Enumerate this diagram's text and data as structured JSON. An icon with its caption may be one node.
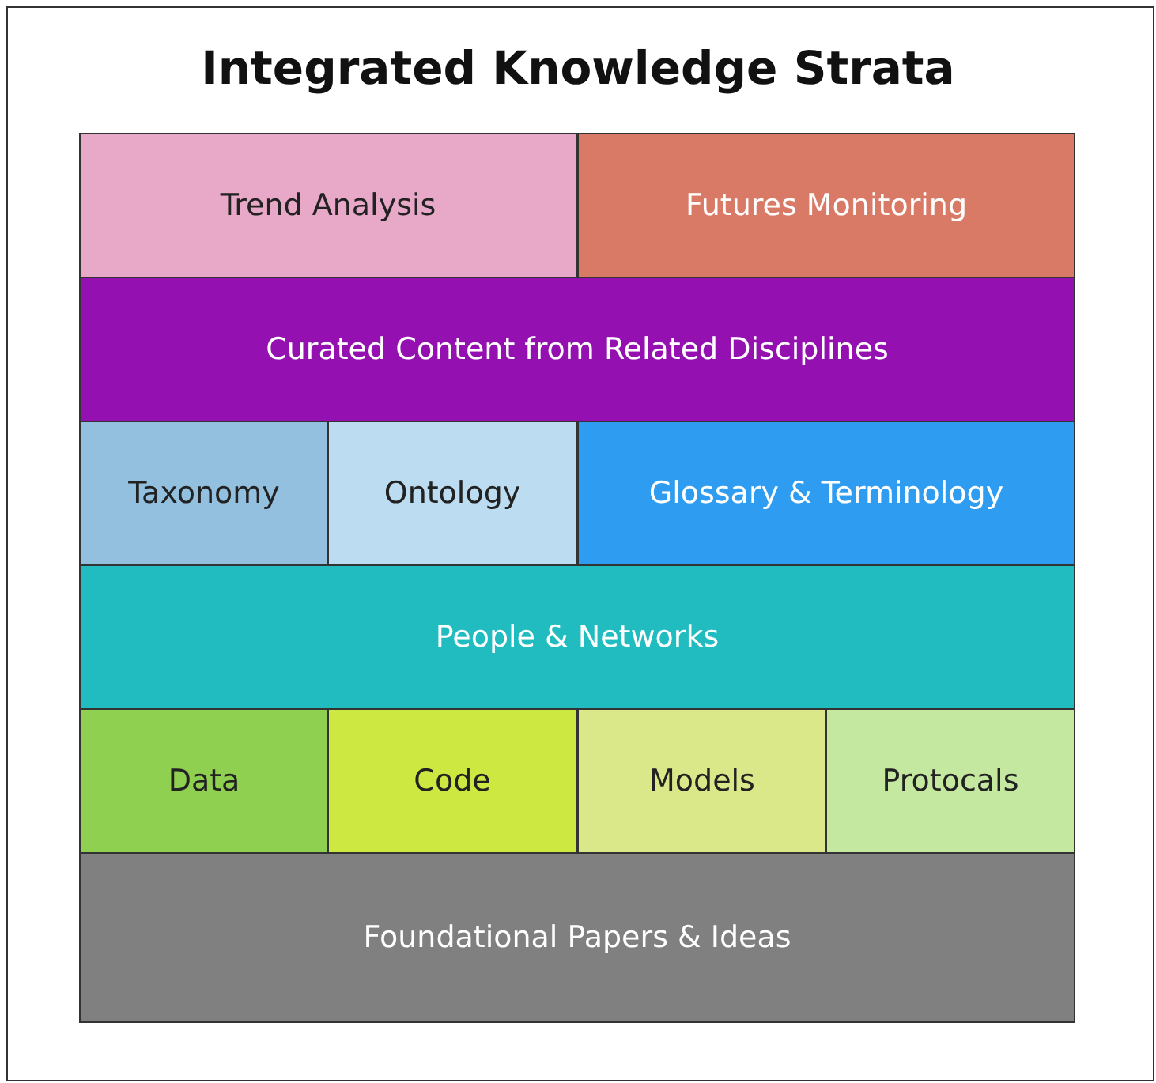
{
  "diagram": {
    "title": "Integrated Knowledge Strata",
    "nodes": [
      {
        "text": [
          "Trend Analysis"
        ]
      },
      {
        "text": [
          "Futures Monitoring"
        ]
      },
      {
        "text": [
          "Curated Content from Related Disciplines"
        ]
      },
      {
        "text": [
          "Taxonomy"
        ]
      },
      {
        "text": [
          "Ontology"
        ]
      },
      {
        "text": [
          "Glossary & Terminology"
        ]
      },
      {
        "text": [
          "People & Networks"
        ]
      },
      {
        "text": [
          "Data"
        ]
      },
      {
        "text": [
          "Code"
        ]
      },
      {
        "text": [
          "Models"
        ]
      },
      {
        "text": [
          "Protocals"
        ]
      },
      {
        "text": [
          "Foundational Papers & Ideas"
        ]
      }
    ],
    "edges": []
  }
}
